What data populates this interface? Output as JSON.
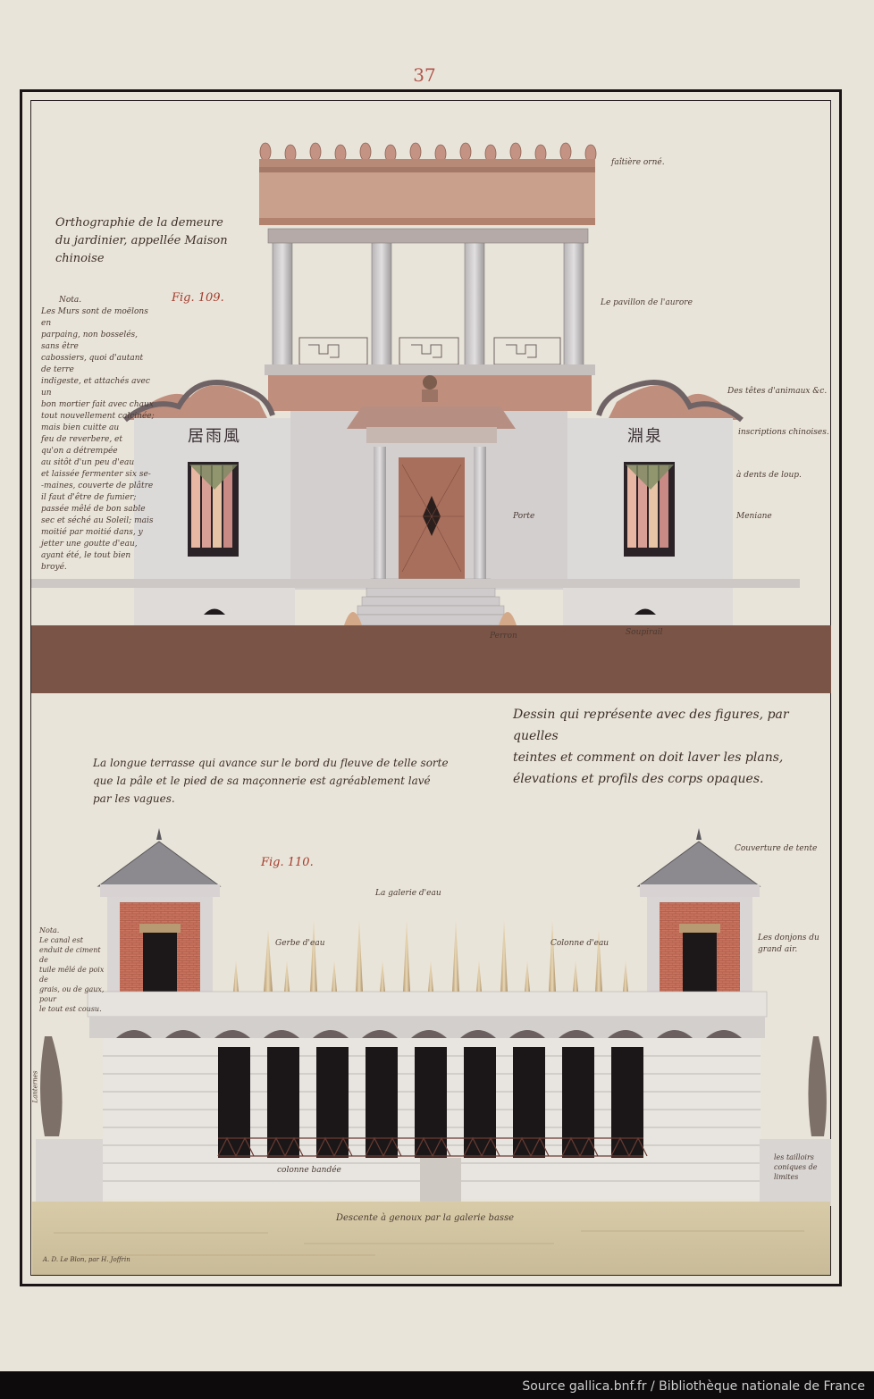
{
  "page_number": "37",
  "figure_top": {
    "title_lines": [
      "Orthographie de la demeure",
      "du jardinier, appellée Maison",
      "chinoise"
    ],
    "figure_label": "Fig. 109.",
    "note_heading": "Nota.",
    "note_lines": [
      "Les Murs sont de moëlons en",
      "parpaing, non bosselés, sans être",
      "cabossiers, quoi d'autant de terre",
      "indigeste, et attachés avec un",
      "bon mortier fait avec chaux",
      "tout nouvellement calcinée;",
      "mais bien cuitte au",
      "feu de reverbere, et",
      "qu'on a détrempée",
      "au sitôt d'un peu d'eau",
      "et laissée fermenter six se-",
      "-maines, couverte de plâtre",
      "il faut d'être de fumier;",
      "passée mêlé de bon sable",
      "sec et séché au Soleil; mais",
      "moitié par moitié dans, y",
      "jetter une goutte d'eau,",
      "ayant été, le tout bien broyé."
    ],
    "labels": {
      "roof_ridge": "faîtière orné.",
      "pavilion": "Le pavillon de l'aurore",
      "cornice_ornaments": "Des têtes d'animaux &c.",
      "inscriptions": "inscriptions chinoises.",
      "wolf_teeth": "à dents de loup.",
      "mezzanine": "Meniane",
      "door": "Porte",
      "steps": "Perron",
      "vent": "Soupirail"
    },
    "inscription_left": "居雨風",
    "inscription_right": "淵泉",
    "colors": {
      "wall": "#dcdad8",
      "roof": "#c49481",
      "ground": "#7a5446",
      "door": "#a86f5c"
    }
  },
  "caption": {
    "lines": [
      "Dessin qui représente avec des figures, par quelles",
      "teintes et comment on doit laver les plans,",
      "élevations et profils des corps opaques."
    ]
  },
  "figure_bottom": {
    "intro_lines": [
      "La longue terrasse qui avance sur le bord du fleuve de telle sorte",
      "que la pâle et le pied de sa maçonnerie est agréablement lavé",
      "par les vagues."
    ],
    "figure_label": "Fig. 110.",
    "note_lines": [
      "Nota.",
      "Le canal est",
      "enduit de ciment de",
      "tuile mêlé de poix de",
      "grais, ou de gaux, pour",
      "le tout est cousu."
    ],
    "labels": {
      "gallery": "La galerie d'eau",
      "roof_cover": "Couverture de tente",
      "water_jet": "Gerbe d'eau",
      "water_column": "Colonne d'eau",
      "turrets": "Les donjons du grand air.",
      "banded_column": "colonne bandée",
      "descent": "Descente à genoux par la galerie basse",
      "urns": "Lanternes",
      "cones": "les tailloirs coniques de limites",
      "signature": "A. D. Le Blon, par H. Joffrin"
    },
    "colors": {
      "stone": "#e6e3df",
      "arch_shadow": "#1b1718",
      "brick": "#c97560",
      "water": "#d4c6a4"
    }
  },
  "source_credit": "Source gallica.bnf.fr / Bibliothèque nationale de France"
}
